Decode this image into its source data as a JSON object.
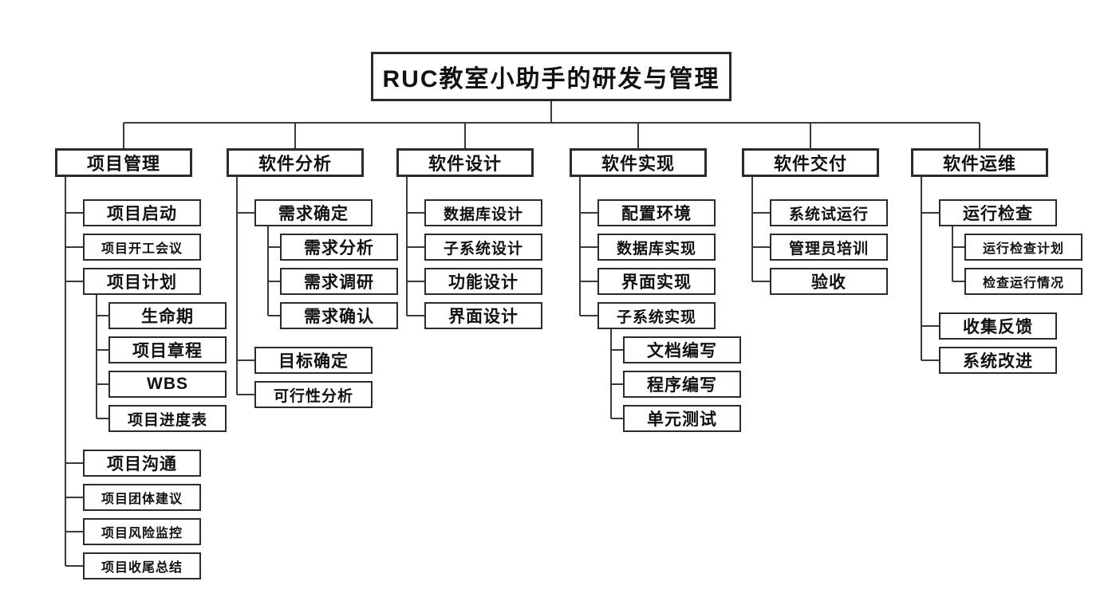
{
  "title": "RUC教室小助手的研发与管理",
  "colors": {
    "box_border": "#2b2b2b",
    "box_fill": "#ffffff",
    "text": "#111111",
    "line": "#3a3a3a",
    "background": "#ffffff"
  },
  "tree": {
    "branches": [
      {
        "label": "项目管理",
        "children": [
          {
            "label": "项目启动"
          },
          {
            "label": "项目开工会议"
          },
          {
            "label": "项目计划",
            "children": [
              {
                "label": "生命期"
              },
              {
                "label": "项目章程"
              },
              {
                "label": "WBS"
              },
              {
                "label": "项目进度表"
              }
            ]
          },
          {
            "label": "项目沟通"
          },
          {
            "label": "项目团体建议"
          },
          {
            "label": "项目风险监控"
          },
          {
            "label": "项目收尾总结"
          }
        ]
      },
      {
        "label": "软件分析",
        "children": [
          {
            "label": "需求确定",
            "children": [
              {
                "label": "需求分析"
              },
              {
                "label": "需求调研"
              },
              {
                "label": "需求确认"
              }
            ]
          },
          {
            "label": "目标确定"
          },
          {
            "label": "可行性分析"
          }
        ]
      },
      {
        "label": "软件设计",
        "children": [
          {
            "label": "数据库设计"
          },
          {
            "label": "子系统设计"
          },
          {
            "label": "功能设计"
          },
          {
            "label": "界面设计"
          }
        ]
      },
      {
        "label": "软件实现",
        "children": [
          {
            "label": "配置环境"
          },
          {
            "label": "数据库实现"
          },
          {
            "label": "界面实现"
          },
          {
            "label": "子系统实现",
            "children": [
              {
                "label": "文档编写"
              },
              {
                "label": "程序编写"
              },
              {
                "label": "单元测试"
              }
            ]
          }
        ]
      },
      {
        "label": "软件交付",
        "children": [
          {
            "label": "系统试运行"
          },
          {
            "label": "管理员培训"
          },
          {
            "label": "验收"
          }
        ]
      },
      {
        "label": "软件运维",
        "children": [
          {
            "label": "运行检查",
            "children": [
              {
                "label": "运行检查计划"
              },
              {
                "label": "检查运行情况"
              }
            ]
          },
          {
            "label": "收集反馈"
          },
          {
            "label": "系统改进"
          }
        ]
      }
    ]
  }
}
